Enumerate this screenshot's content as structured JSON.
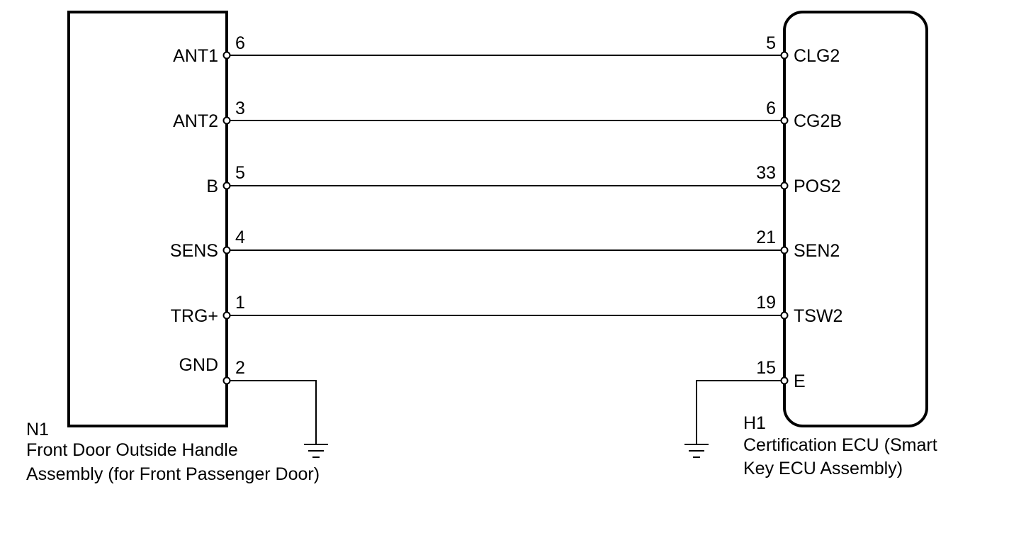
{
  "left_component": {
    "code": "N1",
    "name_lines": [
      "Front Door Outside Handle",
      "Assembly (for Front Passenger Door)"
    ]
  },
  "right_component": {
    "code": "H1",
    "name_lines": [
      "Certification ECU (Smart",
      "Key ECU Assembly)"
    ]
  },
  "wires": [
    {
      "left_label": "ANT1",
      "left_pin": "6",
      "right_pin": "5",
      "right_label": "CLG2"
    },
    {
      "left_label": "ANT2",
      "left_pin": "3",
      "right_pin": "6",
      "right_label": "CG2B"
    },
    {
      "left_label": "B",
      "left_pin": "5",
      "right_pin": "33",
      "right_label": "POS2"
    },
    {
      "left_label": "SENS",
      "left_pin": "4",
      "right_pin": "21",
      "right_label": "SEN2"
    },
    {
      "left_label": "TRG+",
      "left_pin": "1",
      "right_pin": "19",
      "right_label": "TSW2"
    }
  ],
  "grounds": {
    "left": {
      "label": "GND",
      "pin": "2"
    },
    "right": {
      "pin": "15",
      "label": "E"
    }
  }
}
